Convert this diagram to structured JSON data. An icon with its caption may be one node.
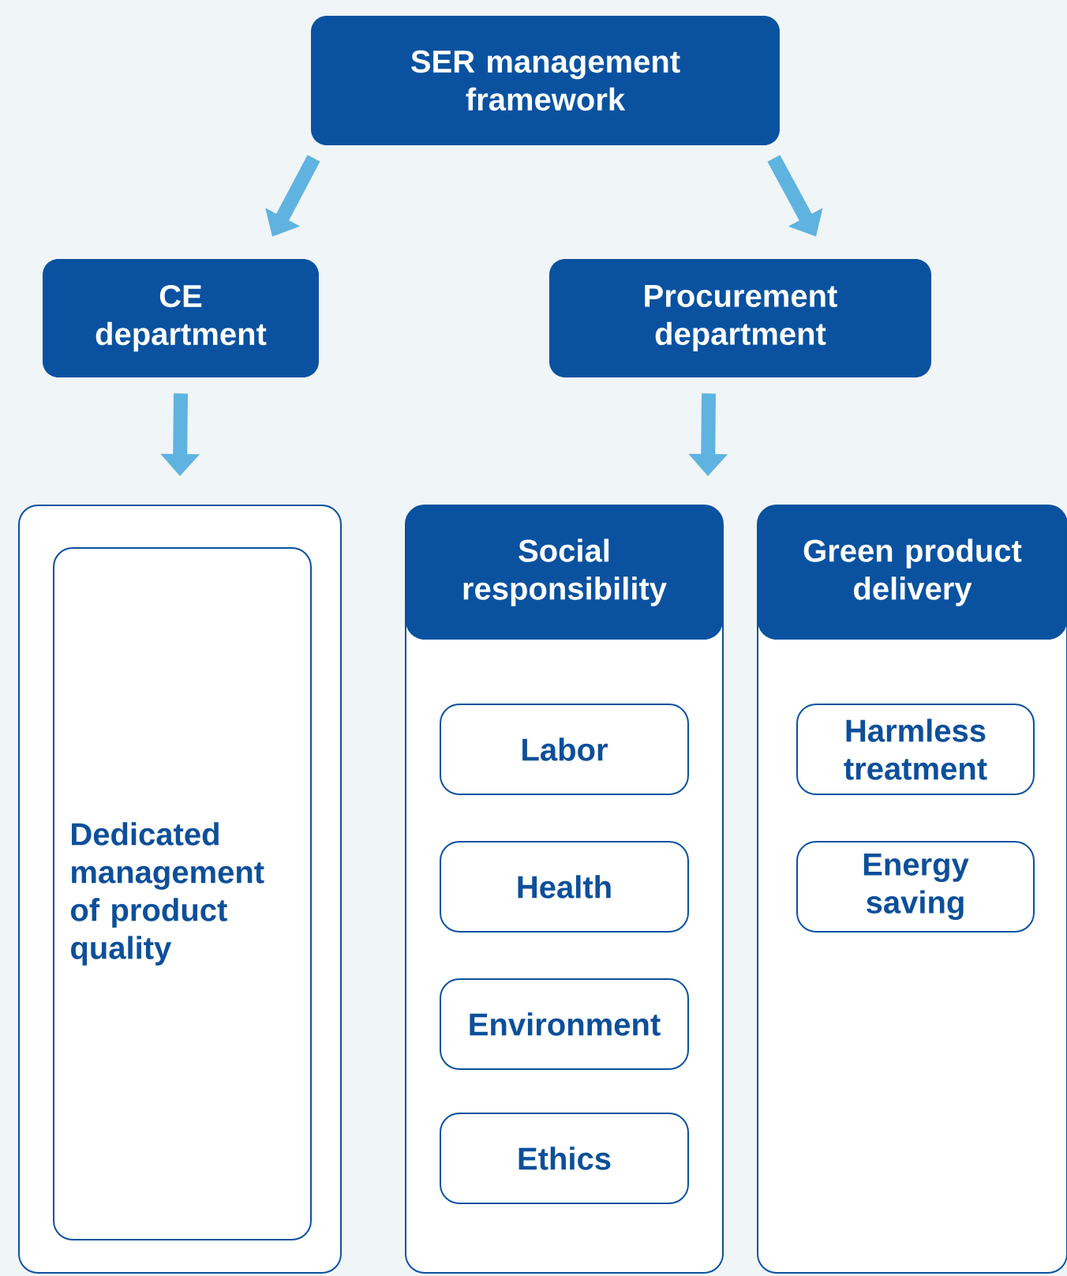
{
  "diagram": {
    "nodes": [
      {
        "text": [
          "SER management framework"
        ]
      },
      {
        "text": [
          "CE department"
        ]
      },
      {
        "text": [
          "Procurement department"
        ]
      },
      {
        "text": [],
        "shape": "box"
      },
      {
        "text": [
          "Dedicated management of product quality"
        ],
        "in": 3
      },
      {
        "text": [],
        "shape": "box"
      },
      {
        "text": [
          "Social responsibility"
        ],
        "in": 5
      },
      {
        "text": [
          "Labor"
        ],
        "in": 5
      },
      {
        "text": [
          "Health"
        ],
        "in": 5
      },
      {
        "text": [
          "Environment"
        ],
        "in": 5
      },
      {
        "text": [
          "Ethics"
        ],
        "in": 5
      },
      {
        "text": [],
        "shape": "box"
      },
      {
        "text": [
          "Green product delivery"
        ],
        "in": 11
      },
      {
        "text": [
          "Harmless treatment"
        ],
        "in": 11
      },
      {
        "text": [
          "Energy saving"
        ],
        "in": 11
      }
    ],
    "edges": [
      {
        "from": 0,
        "to": 1,
        "arrow": "to"
      },
      {
        "from": 0,
        "to": 2,
        "arrow": "to"
      },
      {
        "from": 1,
        "to": 3,
        "arrow": "to"
      },
      {
        "from": 2,
        "to": 5,
        "arrow": "to"
      }
    ]
  }
}
